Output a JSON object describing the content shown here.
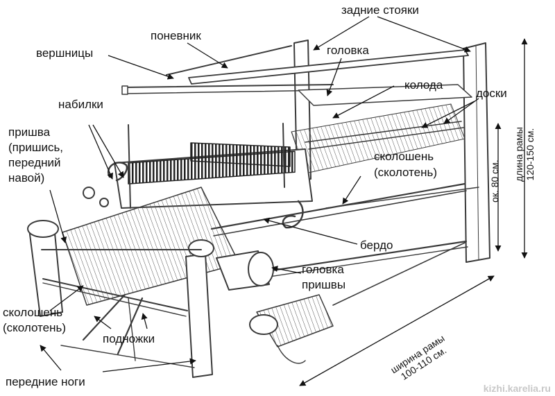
{
  "labels": {
    "rear_posts": "задние стояки",
    "ponevnik": "поневник",
    "vershnitsy": "вершницы",
    "golovka": "головка",
    "koloda": "колода",
    "doski": "доски",
    "nabilki": "набилки",
    "prishva": "пришва\n(пришись,\nпередний\nнавой)",
    "skoloshen_right": "сколошень\n(сколотень)",
    "berdo": "бердо",
    "golovka_prishvy": "головка\nпришвы",
    "skoloshen_left": "сколошень\n(сколотень)",
    "podnozhki": "подножки",
    "front_legs": "передние ноги"
  },
  "dimensions": {
    "frame_length": "длина рамы\n120-150 см.",
    "approx_height": "ок. 80 см.",
    "frame_width": "ширина рамы\n100-110 см."
  },
  "credit": "kizhi.karelia.ru",
  "colors": {
    "ink": "#111111",
    "sketch": "#3a3a3a",
    "credit": "#c8c8c8"
  }
}
